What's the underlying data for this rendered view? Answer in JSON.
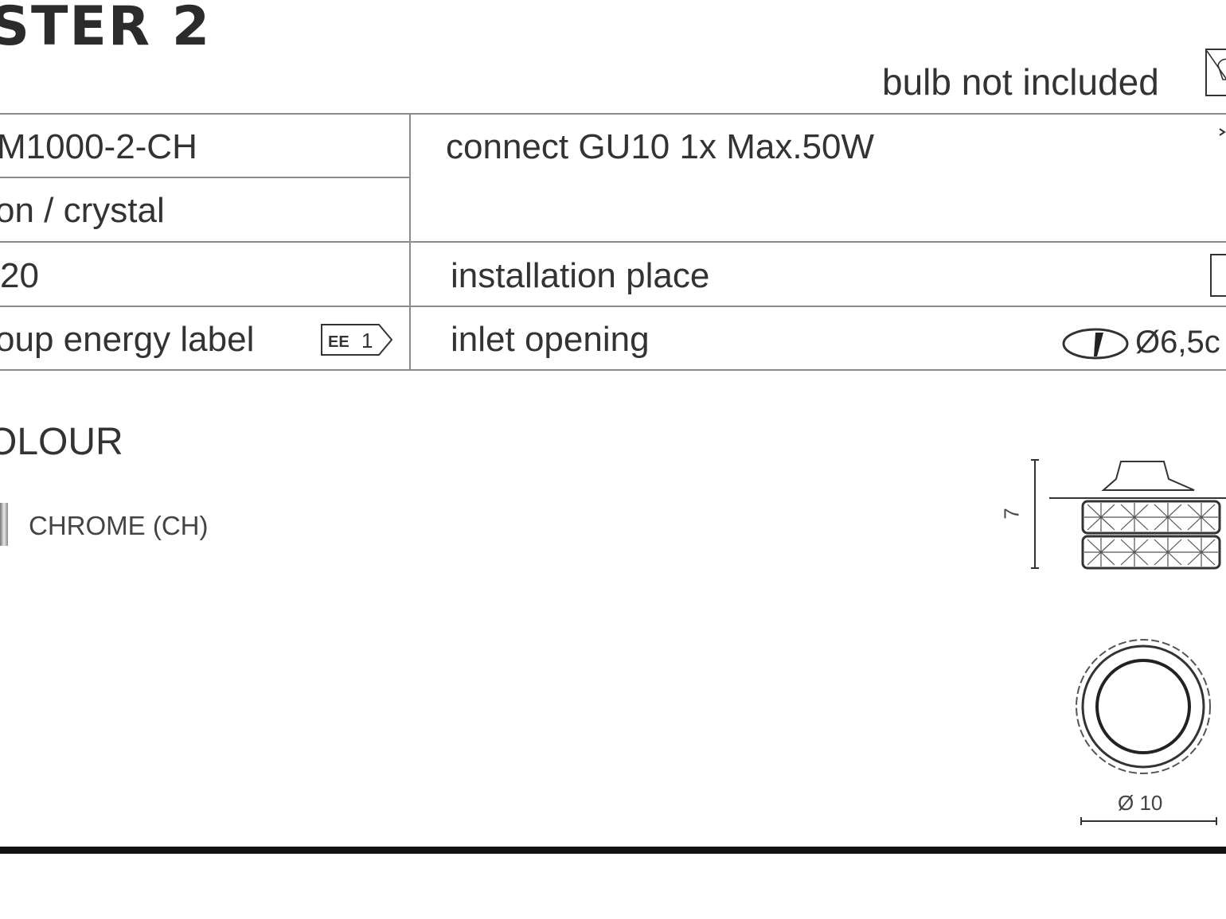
{
  "header": {
    "title": "STER 2",
    "bulb_note": "bulb not included"
  },
  "specs": {
    "rows": [
      {
        "left": "M1000-2-CH",
        "right": "connect GU10 1x Max.50W"
      },
      {
        "left": "on / crystal",
        "right": ""
      },
      {
        "left": "20",
        "right": "installation place"
      },
      {
        "left": "oup energy label",
        "right": "inlet opening"
      }
    ],
    "energy_badge": {
      "class": "EE",
      "number": "1"
    },
    "inlet_value": "Ø6,5c"
  },
  "colour": {
    "heading": "OLOUR",
    "options": [
      {
        "label": "CHROME (CH)",
        "swatch": "#bdbdbd"
      }
    ]
  },
  "drawings": {
    "height": "7",
    "diameter": "Ø 10"
  },
  "colors": {
    "text": "#333333",
    "rule": "#8c8c8c",
    "bottom_rule": "#111111"
  }
}
